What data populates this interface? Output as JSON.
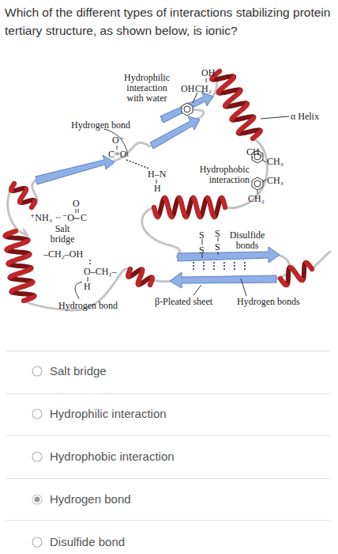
{
  "diagram": {
    "title": "Which of the different types of interactions stabilizing protein tertiary structure, as shown below, is ionic?",
    "labels": [
      "OH",
      "OH",
      "CH₂",
      "Hydrophilic interaction with water",
      "α Helix",
      "Hydrogen bond",
      "O⁻",
      "C=O",
      "H–N",
      "H",
      "CH₂",
      "CH₃",
      "CH₃",
      "Hydrophobic interaction",
      "CH₂",
      "O",
      "⁺NH₃",
      "⁻O",
      "C",
      "Salt bridge",
      "–CH₂–OH",
      "O–CH₂–",
      "H",
      "Hydrogen bond",
      "S",
      "S",
      "S",
      "S",
      "Disulfide bonds",
      "β-Pleated sheet",
      "Hydrogen bonds",
      "Salt bridge",
      "Hydrophilic interaction",
      "Hydrophobic interaction",
      "Hydrogen bond",
      "Disulfide bond"
    ]
  }
}
